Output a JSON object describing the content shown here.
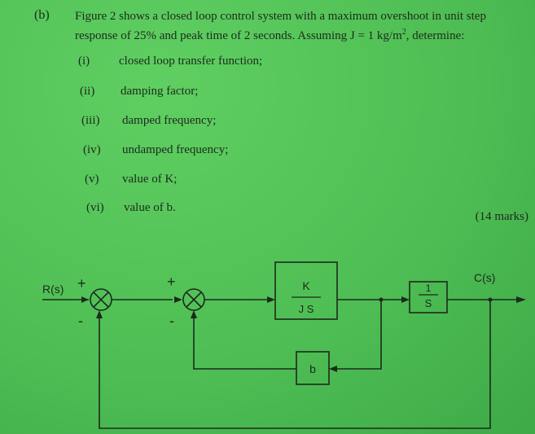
{
  "question": {
    "part": "(b)",
    "intro_line1": "Figure 2 shows a closed loop control system with a maximum overshoot in unit step",
    "intro_line2_pre": "response of 25% and peak time of 2 seconds.  Assuming J = 1 kg/m",
    "intro_sup": "2",
    "intro_line2_post": ", determine:",
    "items": [
      {
        "num": "(i)",
        "text": "closed loop transfer function;"
      },
      {
        "num": "(ii)",
        "text": "damping factor;"
      },
      {
        "num": "(iii)",
        "text": "damped frequency;"
      },
      {
        "num": "(iv)",
        "text": "undamped frequency;"
      },
      {
        "num": "(v)",
        "text": "value of K;"
      },
      {
        "num": "(vi)",
        "text": "value of b."
      }
    ],
    "marks": "(14 marks)"
  },
  "diagram": {
    "input_label": "R(s)",
    "output_label": "C(s)",
    "sum1_plus": "+",
    "sum1_minus": "-",
    "sum2_plus": "+",
    "sum2_minus": "-",
    "forward_num": "K",
    "forward_den": "J S",
    "integrator_num": "1",
    "integrator_den": "S",
    "feedback_block": "b"
  }
}
